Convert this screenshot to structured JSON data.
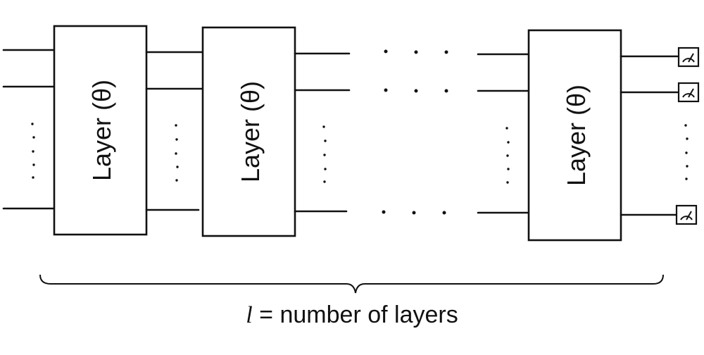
{
  "layers": [
    {
      "label": "Layer (θ)"
    },
    {
      "label": "Layer (θ)"
    },
    {
      "label": "Layer (θ)"
    }
  ],
  "caption": {
    "variable": "l",
    "text": " = number of layers"
  },
  "icons": {
    "measurement": "measurement-meter-icon"
  }
}
